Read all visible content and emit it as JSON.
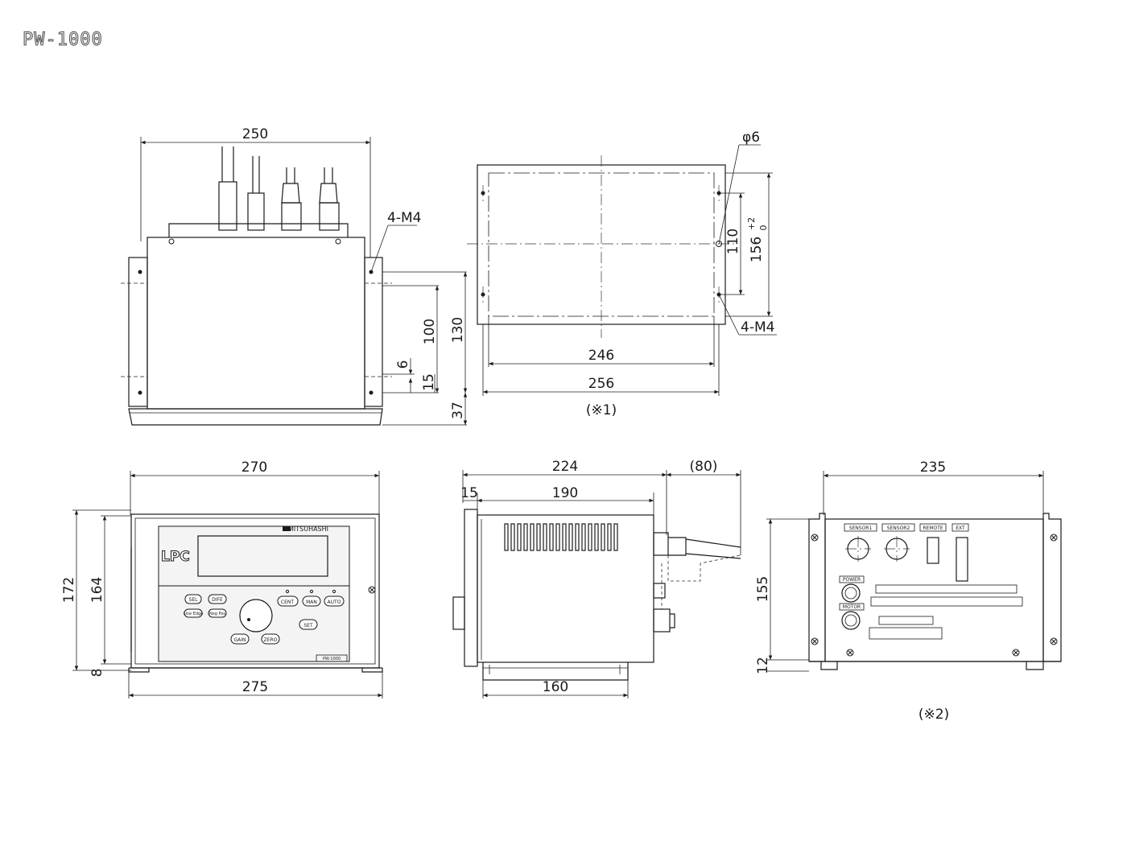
{
  "title": "PW-1000",
  "views": {
    "top": {
      "width": "250",
      "side_holes": "4-M4",
      "dim_100": "100",
      "dim_130": "130",
      "dim_6": "6",
      "dim_15": "15",
      "dim_37": "37"
    },
    "cutout": {
      "phi": "φ6",
      "d110": "110",
      "d156": "156",
      "tol_upper": "+2",
      "tol_lower": "0",
      "holes": "4-M4",
      "d246": "246",
      "d256": "256",
      "note": "(※1)"
    },
    "front": {
      "d270": "270",
      "d275": "275",
      "d172": "172",
      "d164": "164",
      "d8": "8",
      "brand": "MITSUHASHI",
      "logo": "LPC",
      "model_plate": "PW-1000",
      "buttons": {
        "sel": "SEL",
        "dife": "DIFE",
        "cent": "CENT",
        "man": "MAN",
        "auto": "AUTO",
        "set": "SET",
        "gain": "GAIN",
        "zero": "ZERO",
        "line_edge": "Line Edge",
        "neg_pos": "Neg Pos"
      }
    },
    "side": {
      "d224": "224",
      "d80": "(80)",
      "d15": "15",
      "d190": "190",
      "d160": "160"
    },
    "rear": {
      "d235": "235",
      "d155": "155",
      "d12": "12",
      "sensor1": "SENSOR1",
      "sensor2": "SENSOR2",
      "remote": "REMOTE",
      "ext": "EXT",
      "power": "POWER",
      "motor": "MOTOR",
      "note": "(※2)"
    }
  }
}
